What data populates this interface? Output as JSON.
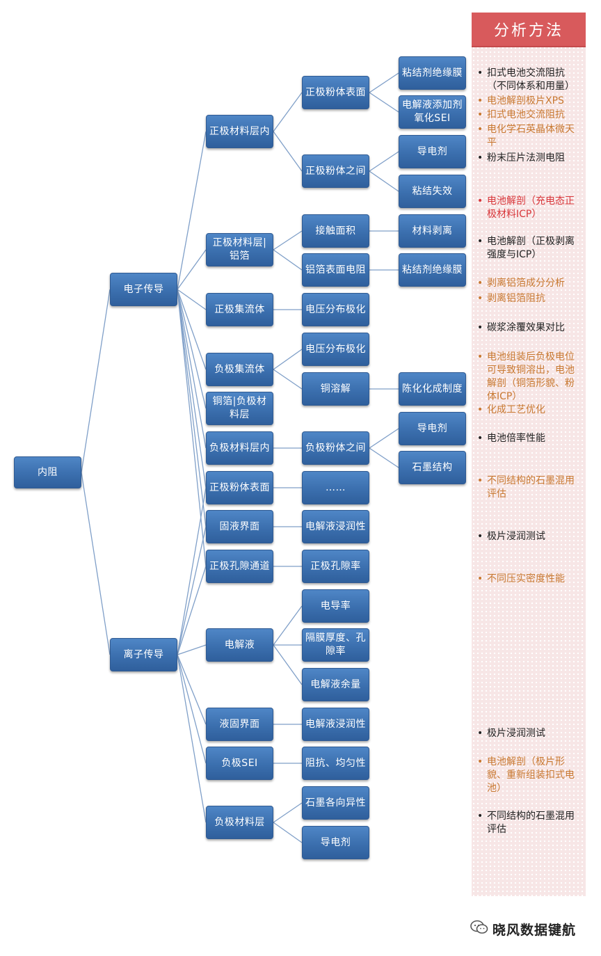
{
  "colors": {
    "node_fill": "#3b6fae",
    "connector": "#7f9fc8",
    "panel_header": "#d85a5c",
    "text_black": "#222222",
    "text_orange": "#c87830",
    "text_red": "#d8363a"
  },
  "nodes": {
    "root": "内阻",
    "electron": "电子传导",
    "ion": "离子传导",
    "e_pos_layer_inner": "正极材料层内",
    "e_pos_layer_al": "正极材料层|铝箔",
    "e_pos_collector": "正极集流体",
    "e_neg_collector": "负极集流体",
    "e_cu_neg_layer": "铜箔|负极材料层",
    "e_neg_layer_inner": "负极材料层内",
    "e_pos_powder_surface": "正极粉体表面",
    "e_pos_powder_between": "正极粉体之间",
    "e_contact_area": "接触面积",
    "e_al_surface_res": "铝箔表面电阻",
    "e_voltage_dist_1": "电压分布极化",
    "e_voltage_dist_2": "电压分布极化",
    "e_cu_dissolve": "铜溶解",
    "e_neg_powder_between": "负极粉体之间",
    "e_binder_film_1": "粘结剂绝缘膜",
    "e_electrolyte_additive": "电解液添加剂氧化SEI",
    "e_conductive_agent_1": "导电剂",
    "e_binder_fail": "粘结失效",
    "e_material_peel": "材料剥离",
    "e_binder_film_2": "粘结剂绝缘膜",
    "e_formation": "陈化化成制度",
    "e_conductive_agent_2": "导电剂",
    "e_graphite_struct": "石墨结构",
    "i_pos_powder_surface": "正极粉体表面",
    "i_solid_liquid": "固液界面",
    "i_pos_pore": "正极孔隙通道",
    "i_electrolyte": "电解液",
    "i_liquid_solid": "液固界面",
    "i_neg_sei": "负极SEI",
    "i_neg_layer": "负极材料层",
    "i_ellipsis": "……",
    "i_wetting_1": "电解液浸润性",
    "i_pos_porosity": "正极孔隙率",
    "i_conductivity": "电导率",
    "i_separator": "隔膜厚度、孔隙率",
    "i_electrolyte_rem": "电解液余量",
    "i_wetting_2": "电解液浸润性",
    "i_impedance": "阻抗、均匀性",
    "i_graphite_aniso": "石墨各向异性",
    "i_conductive_agent": "导电剂"
  },
  "panel": {
    "title": "分析方法",
    "items": [
      {
        "text": "扣式电池交流阻抗（不同体系和用量）",
        "color": "black"
      },
      {
        "text": "电池解剖极片XPS",
        "color": "orange"
      },
      {
        "text": "扣式电池交流阻抗",
        "color": "orange"
      },
      {
        "text": "电化学石英晶体微天平",
        "color": "orange"
      },
      {
        "text": "粉末压片法测电阻",
        "color": "black"
      },
      {
        "text": "电池解剖（充电态正极材料ICP）",
        "color": "red"
      },
      {
        "text": "电池解剖（正极剥离强度与ICP）",
        "color": "black"
      },
      {
        "text": "剥离铝箔成分分析",
        "color": "orange"
      },
      {
        "text": "剥离铝箔阻抗",
        "color": "orange"
      },
      {
        "text": "碳浆涂覆效果对比",
        "color": "black"
      },
      {
        "text": "电池组装后负极电位可导致铜溶出，电池解剖（铜箔形貌、粉体ICP）",
        "color": "orange"
      },
      {
        "text": "化成工艺优化",
        "color": "orange"
      },
      {
        "text": "电池倍率性能",
        "color": "black"
      },
      {
        "text": "不同结构的石墨混用评估",
        "color": "orange"
      },
      {
        "text": "极片浸润测试",
        "color": "black"
      },
      {
        "text": "不同压实密度性能",
        "color": "orange"
      },
      {
        "text": "极片浸润测试",
        "color": "black"
      },
      {
        "text": "电池解剖（极片形貌、重新组装扣式电池）",
        "color": "orange"
      },
      {
        "text": "不同结构的石墨混用评估",
        "color": "black"
      }
    ],
    "bullet": "•"
  },
  "watermark": {
    "icon": "wechat-icon",
    "text": "晓风数据键航"
  }
}
